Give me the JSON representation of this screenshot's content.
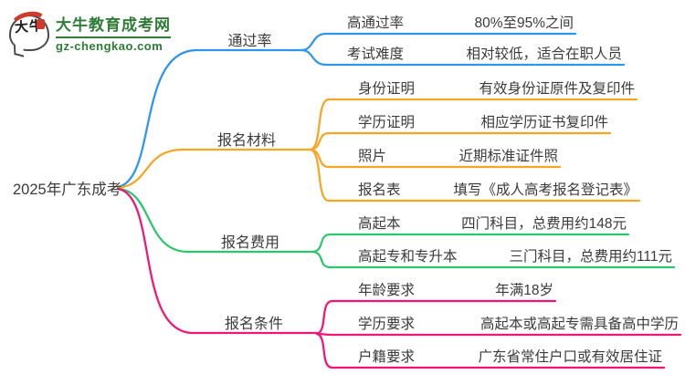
{
  "logo": {
    "badge_text": "大牛",
    "site_name": "大牛教育成考网",
    "site_domain": "gz-chengkao.com"
  },
  "root": {
    "label": "2025年广东成考"
  },
  "colors": {
    "pass_rate_branch": "#2e95ef",
    "materials_branch": "#f6a623",
    "fees_branch": "#2bc76e",
    "requirements_branch": "#f11575",
    "logo_green": "#2e7d36",
    "seal_red": "#cf3a2b"
  },
  "branches": [
    {
      "label": "通过率",
      "color": "#2e95ef",
      "children": [
        {
          "label": "高通过率",
          "value": "80%至95%之间"
        },
        {
          "label": "考试难度",
          "value": "相对较低，适合在职人员"
        }
      ]
    },
    {
      "label": "报名材料",
      "color": "#f6a623",
      "children": [
        {
          "label": "身份证明",
          "value": "有效身份证原件及复印件"
        },
        {
          "label": "学历证明",
          "value": "相应学历证书复印件"
        },
        {
          "label": "照片",
          "value": "近期标准证件照"
        },
        {
          "label": "报名表",
          "value": "填写《成人高考报名登记表》"
        }
      ]
    },
    {
      "label": "报名费用",
      "color": "#2bc76e",
      "children": [
        {
          "label": "高起本",
          "value": "四门科目，总费用约148元"
        },
        {
          "label": "高起专和专升本",
          "value": "三门科目，总费用约111元"
        }
      ]
    },
    {
      "label": "报名条件",
      "color": "#f11575",
      "children": [
        {
          "label": "年龄要求",
          "value": "年满18岁"
        },
        {
          "label": "学历要求",
          "value": "高起本或高起专需具备高中学历"
        },
        {
          "label": "户籍要求",
          "value": "广东省常住户口或有效居住证"
        }
      ]
    }
  ]
}
